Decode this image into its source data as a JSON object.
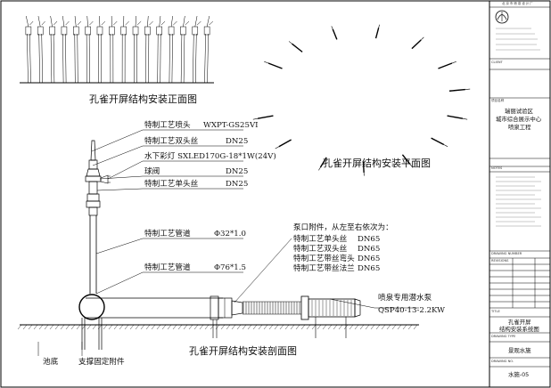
{
  "front_view": {
    "title": "孔雀开屏结构安装正面图"
  },
  "plan_view": {
    "title": "孔雀开屏结构安装平面图"
  },
  "section_view": {
    "title": "孔雀开屏结构安装剖面图",
    "labels": [
      {
        "name": "特制工艺喷头",
        "spec": "WXPT-GS25VI"
      },
      {
        "name": "特制工艺双头丝",
        "spec": "DN25"
      },
      {
        "name": "水下彩灯 SXLED170G-18*1W(24V)",
        "spec": ""
      },
      {
        "name": "球阀",
        "spec": "DN25"
      },
      {
        "name": "特制工艺单头丝",
        "spec": "DN25"
      },
      {
        "name": "特制工艺管道",
        "spec": "Φ32*1.0"
      },
      {
        "name": "特制工艺管道",
        "spec": "Φ76*1.5"
      }
    ],
    "pump_fittings": {
      "heading": "泵口附件，从左至右依次为：",
      "items": [
        {
          "name": "特制工艺单头丝",
          "spec": "DN65"
        },
        {
          "name": "特制工艺双头丝",
          "spec": "DN65"
        },
        {
          "name": "特制工艺带丝弯头",
          "spec": "DN65"
        },
        {
          "name": "特制工艺带丝法兰",
          "spec": "DN65"
        }
      ]
    },
    "pump": {
      "label": "喷泉专用潜水泵",
      "model": "QSP40-13-2.2KW"
    },
    "pool_bottom": "池底",
    "support": "支撑固定附件"
  },
  "title_block": {
    "company_header": "北 京 市 喷 泉 设 计 厂",
    "client_label": "CLIENT",
    "project_label": "项目名称",
    "project_name": [
      "瑞丽试验区",
      "城市综合展示中心",
      "喷泉工程"
    ],
    "notes_label": "NOTES",
    "drawing_number_label": "DRAWING NUMBER",
    "revisions_label": "REVISIONS",
    "title_label": "TITLE",
    "drawing_title": [
      "孔雀开屏",
      "结构安装系统图"
    ],
    "drawing_type_label": "DRAWING TYPE",
    "drawing_type": "景观水施",
    "drawing_no_label": "DRAWING NO.",
    "drawing_no": "水施-05"
  }
}
